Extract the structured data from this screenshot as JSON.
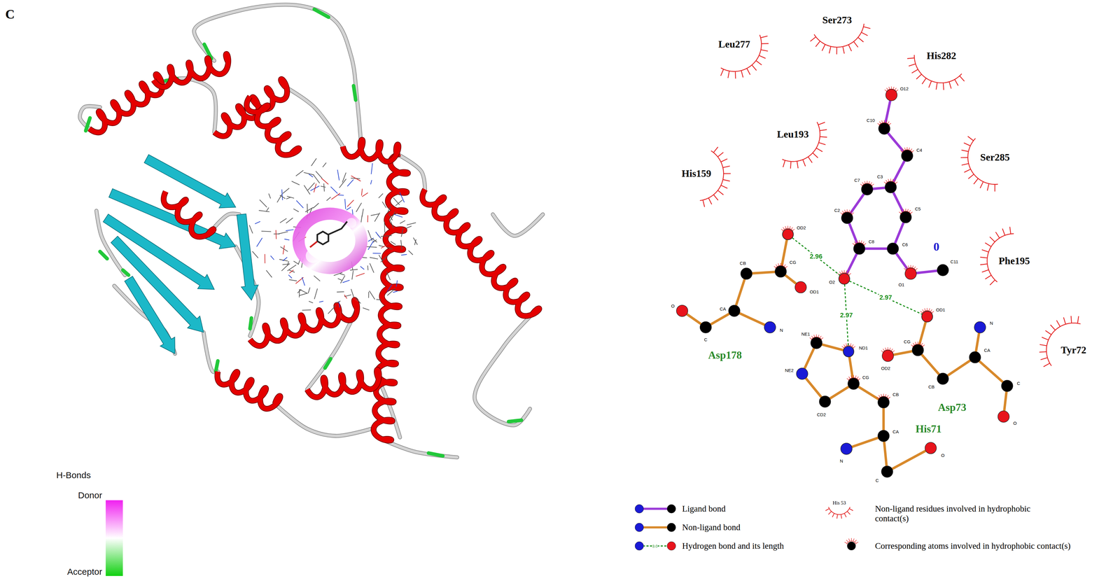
{
  "diagram": {
    "nodes": [
      {
        "text": [
          "OD2"
        ]
      },
      {
        "text": [
          "O2"
        ]
      },
      {
        "text": [
          "OD1"
        ]
      },
      {
        "text": [
          "ND1"
        ]
      }
    ],
    "edges": [
      {
        "from": 0,
        "to": 1,
        "label": "2.96",
        "arrow": "none"
      },
      {
        "from": 1,
        "to": 3,
        "label": "2.97",
        "arrow": "none"
      },
      {
        "from": 1,
        "to": 2,
        "label": "2.97",
        "arrow": "none"
      }
    ],
    "labels": [
      "C",
      "H-Bonds",
      "Leu277",
      "Ser273",
      "His282",
      "Leu193",
      "His159",
      "Ser285",
      "Phe195",
      "Tyr72",
      "O12",
      "C10",
      "C4",
      "C7",
      "C3",
      "C2",
      "C5",
      "C8",
      "C6",
      "O1",
      "C11",
      "0",
      "CG",
      "OD1",
      "CB",
      "CA",
      "N",
      "C",
      "O",
      "Asp178",
      "NE1",
      "NE2",
      "CD2",
      "CG",
      "CB",
      "CA",
      "N",
      "C",
      "O",
      "His71",
      "OD2",
      "CG",
      "CB",
      "CA",
      "N",
      "C",
      "O",
      "Asp73",
      "3.0",
      "His 53"
    ],
    "legend": [
      {
        "text": "Donor",
        "color": "#f020f0"
      },
      {
        "text": "Acceptor",
        "color": "#10d010"
      },
      {
        "text": "Ligand bond"
      },
      {
        "text": "Non-ligand bond"
      },
      {
        "text": "Hydrogen bond and its length"
      },
      {
        "text": "Non-ligand residues involved in hydrophobic contact(s)"
      },
      {
        "text": "Corresponding atoms involved in hydrophobic contact(s)"
      }
    ]
  }
}
